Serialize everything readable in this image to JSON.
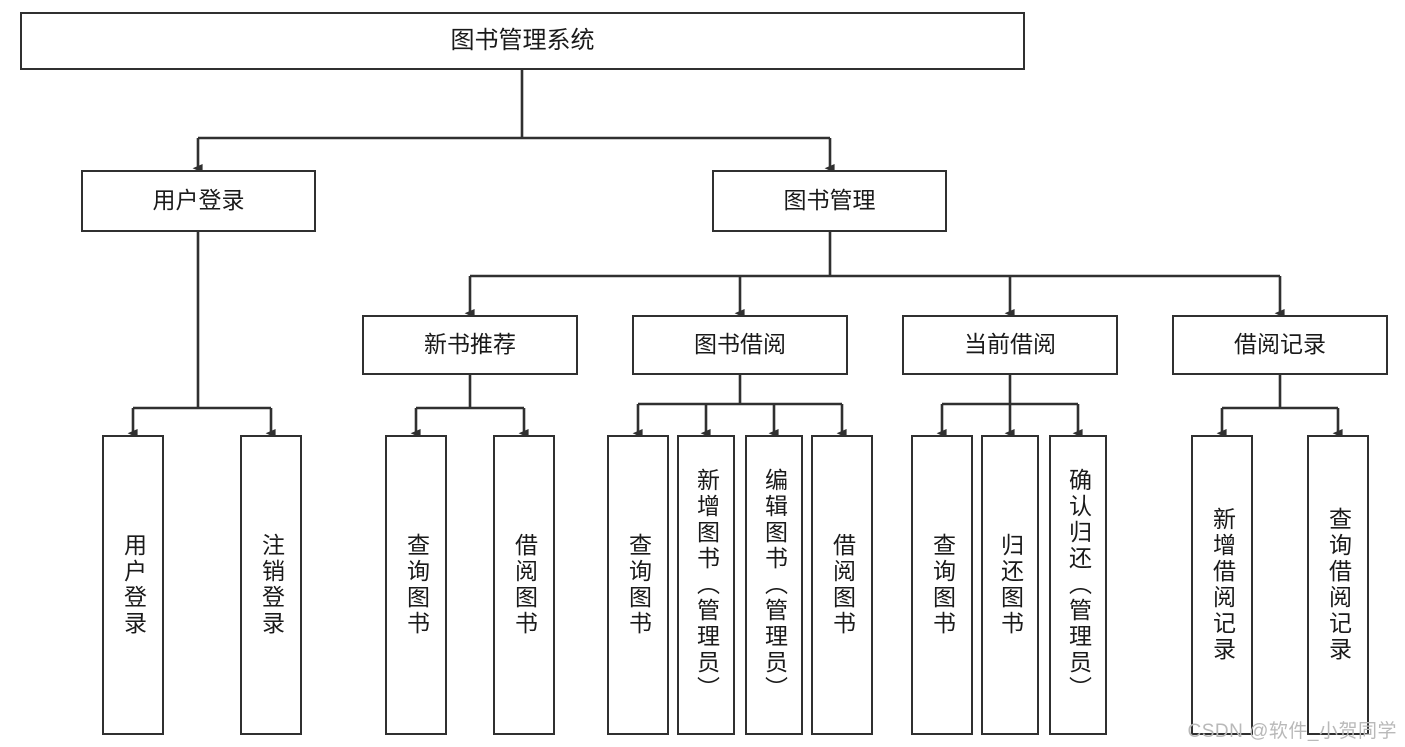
{
  "diagram": {
    "type": "tree",
    "title": "图书管理系统",
    "orientation": "top-down",
    "colors": {
      "box_border": "#303030",
      "box_fill": "#ffffff",
      "edge": "#303030",
      "text": "#1a1a1a",
      "background": "#ffffff",
      "watermark": "#b9b9b9"
    },
    "nodes": {
      "root": {
        "label": "图书管理系统",
        "level": 1,
        "text_orientation": "horizontal"
      },
      "user_login": {
        "label": "用户登录",
        "level": 2,
        "text_orientation": "horizontal"
      },
      "book_manage": {
        "label": "图书管理",
        "level": 2,
        "text_orientation": "horizontal"
      },
      "new_book_rec": {
        "label": "新书推荐",
        "level": 3,
        "text_orientation": "horizontal"
      },
      "book_borrow": {
        "label": "图书借阅",
        "level": 3,
        "text_orientation": "horizontal"
      },
      "current_borrow": {
        "label": "当前借阅",
        "level": 3,
        "text_orientation": "horizontal"
      },
      "borrow_record": {
        "label": "借阅记录",
        "level": 3,
        "text_orientation": "horizontal"
      },
      "leaf_user_login": {
        "label": "用户登录",
        "level": 4,
        "text_orientation": "vertical"
      },
      "leaf_user_logout": {
        "label": "注销登录",
        "level": 4,
        "text_orientation": "vertical"
      },
      "leaf_query_book_1": {
        "label": "查询图书",
        "level": 4,
        "text_orientation": "vertical"
      },
      "leaf_borrow_book_1": {
        "label": "借阅图书",
        "level": 4,
        "text_orientation": "vertical"
      },
      "leaf_query_book_2": {
        "label": "查询图书",
        "level": 4,
        "text_orientation": "vertical"
      },
      "leaf_add_book": {
        "label": "新增图书（管理员）",
        "level": 4,
        "text_orientation": "vertical"
      },
      "leaf_edit_book": {
        "label": "编辑图书（管理员）",
        "level": 4,
        "text_orientation": "vertical"
      },
      "leaf_borrow_book_2": {
        "label": "借阅图书",
        "level": 4,
        "text_orientation": "vertical"
      },
      "leaf_query_book_3": {
        "label": "查询图书",
        "level": 4,
        "text_orientation": "vertical"
      },
      "leaf_return_book": {
        "label": "归还图书",
        "level": 4,
        "text_orientation": "vertical"
      },
      "leaf_confirm_return": {
        "label": "确认归还（管理员）",
        "level": 4,
        "text_orientation": "vertical"
      },
      "leaf_add_record": {
        "label": "新增借阅记录",
        "level": 4,
        "text_orientation": "vertical"
      },
      "leaf_query_record": {
        "label": "查询借阅记录",
        "level": 4,
        "text_orientation": "vertical"
      }
    },
    "edges": [
      {
        "from": "root",
        "to": "user_login"
      },
      {
        "from": "root",
        "to": "book_manage"
      },
      {
        "from": "user_login",
        "to": "leaf_user_login"
      },
      {
        "from": "user_login",
        "to": "leaf_user_logout"
      },
      {
        "from": "book_manage",
        "to": "new_book_rec"
      },
      {
        "from": "book_manage",
        "to": "book_borrow"
      },
      {
        "from": "book_manage",
        "to": "current_borrow"
      },
      {
        "from": "book_manage",
        "to": "borrow_record"
      },
      {
        "from": "new_book_rec",
        "to": "leaf_query_book_1"
      },
      {
        "from": "new_book_rec",
        "to": "leaf_borrow_book_1"
      },
      {
        "from": "book_borrow",
        "to": "leaf_query_book_2"
      },
      {
        "from": "book_borrow",
        "to": "leaf_add_book"
      },
      {
        "from": "book_borrow",
        "to": "leaf_edit_book"
      },
      {
        "from": "book_borrow",
        "to": "leaf_borrow_book_2"
      },
      {
        "from": "current_borrow",
        "to": "leaf_query_book_3"
      },
      {
        "from": "current_borrow",
        "to": "leaf_return_book"
      },
      {
        "from": "current_borrow",
        "to": "leaf_confirm_return"
      },
      {
        "from": "borrow_record",
        "to": "leaf_add_record"
      },
      {
        "from": "borrow_record",
        "to": "leaf_query_record"
      }
    ]
  },
  "watermark": {
    "text": "CSDN @软件_小贺同学"
  }
}
